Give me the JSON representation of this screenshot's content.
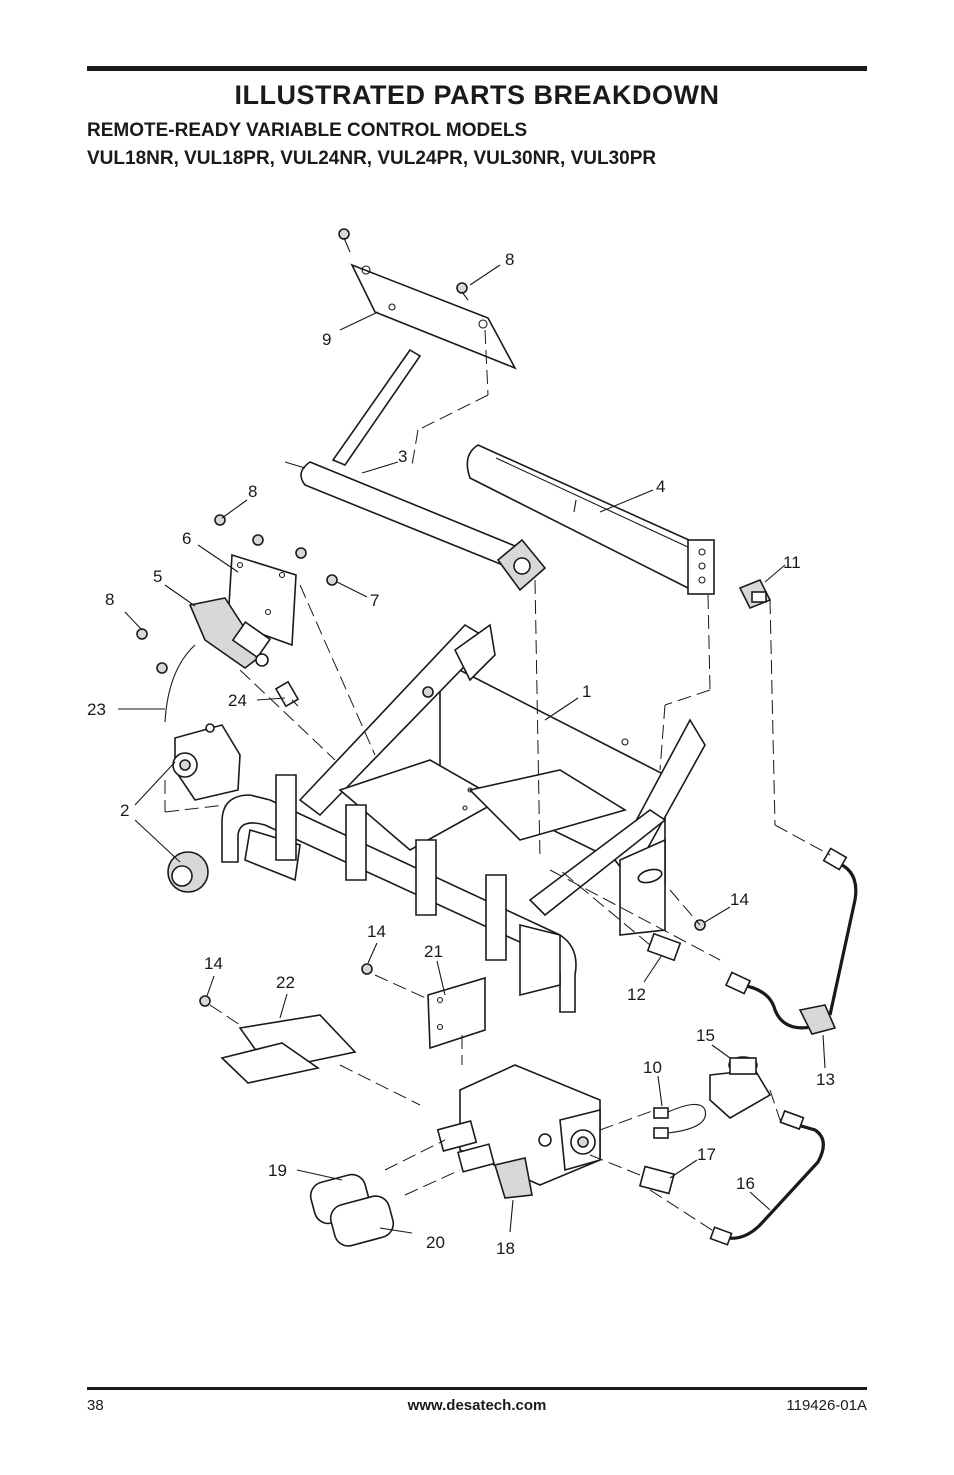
{
  "header": {
    "title": "ILLUSTRATED PARTS BREAKDOWN",
    "subtitle_line1": "REMOTE-READY VARIABLE CONTROL MODELS",
    "subtitle_line2": "VUL18NR, VUL18PR, VUL24NR, VUL24PR, VUL30NR, VUL30PR"
  },
  "diagram": {
    "callouts": [
      "1",
      "2",
      "3",
      "4",
      "5",
      "6",
      "7",
      "8",
      "9",
      "10",
      "11",
      "12",
      "13",
      "14",
      "15",
      "16",
      "17",
      "18",
      "19",
      "20",
      "21",
      "22",
      "23",
      "24"
    ],
    "labels": {
      "c8a": "8",
      "c9": "9",
      "c3": "3",
      "c4": "4",
      "c8b": "8",
      "c6": "6",
      "c5": "5",
      "c8c": "8",
      "c7": "7",
      "c11": "11",
      "c1": "1",
      "c23": "23",
      "c24": "24",
      "c2": "2",
      "c14a": "14",
      "c14b": "14",
      "c21": "21",
      "c14c": "14",
      "c22": "22",
      "c12": "12",
      "c13": "13",
      "c15": "15",
      "c10": "10",
      "c17": "17",
      "c16": "16",
      "c19": "19",
      "c20": "20",
      "c18": "18"
    }
  },
  "footer": {
    "page_number": "38",
    "website": "www.desatech.com",
    "doc_number": "119426-01A"
  }
}
